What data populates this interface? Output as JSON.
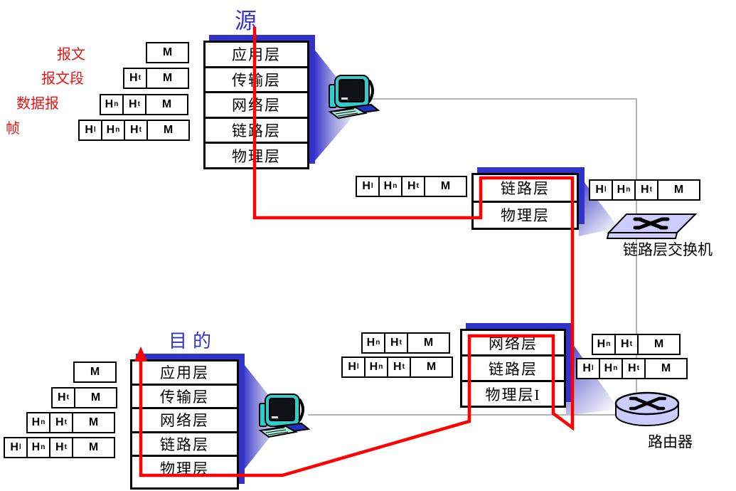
{
  "colors": {
    "accent_blue": "#3333cc",
    "line_red": "#ff0000",
    "line_gray": "#9a9a9a",
    "device_fill": "#ccccff",
    "text_red": "#ee1111"
  },
  "source": {
    "title": "源",
    "layers": [
      "应用层",
      "传输层",
      "网络层",
      "链路层",
      "物理层"
    ]
  },
  "destination": {
    "title": "目的",
    "layers": [
      "应用层",
      "传输层",
      "网络层",
      "链路层",
      "物理层"
    ]
  },
  "switch": {
    "layers": [
      "链路层",
      "物理层"
    ],
    "label": "链路层交换机"
  },
  "router": {
    "layers": [
      "网络层",
      "链路层",
      "物理层I"
    ],
    "label": "路由器"
  },
  "pdu_labels": [
    "报文",
    "报文段",
    "数据报",
    "帧"
  ],
  "pdu": {
    "message": [
      "M"
    ],
    "segment": [
      "Ht",
      "M"
    ],
    "datagram": [
      "Hn",
      "Ht",
      "M"
    ],
    "frame": [
      "Hl",
      "Hn",
      "Ht",
      "M"
    ]
  }
}
